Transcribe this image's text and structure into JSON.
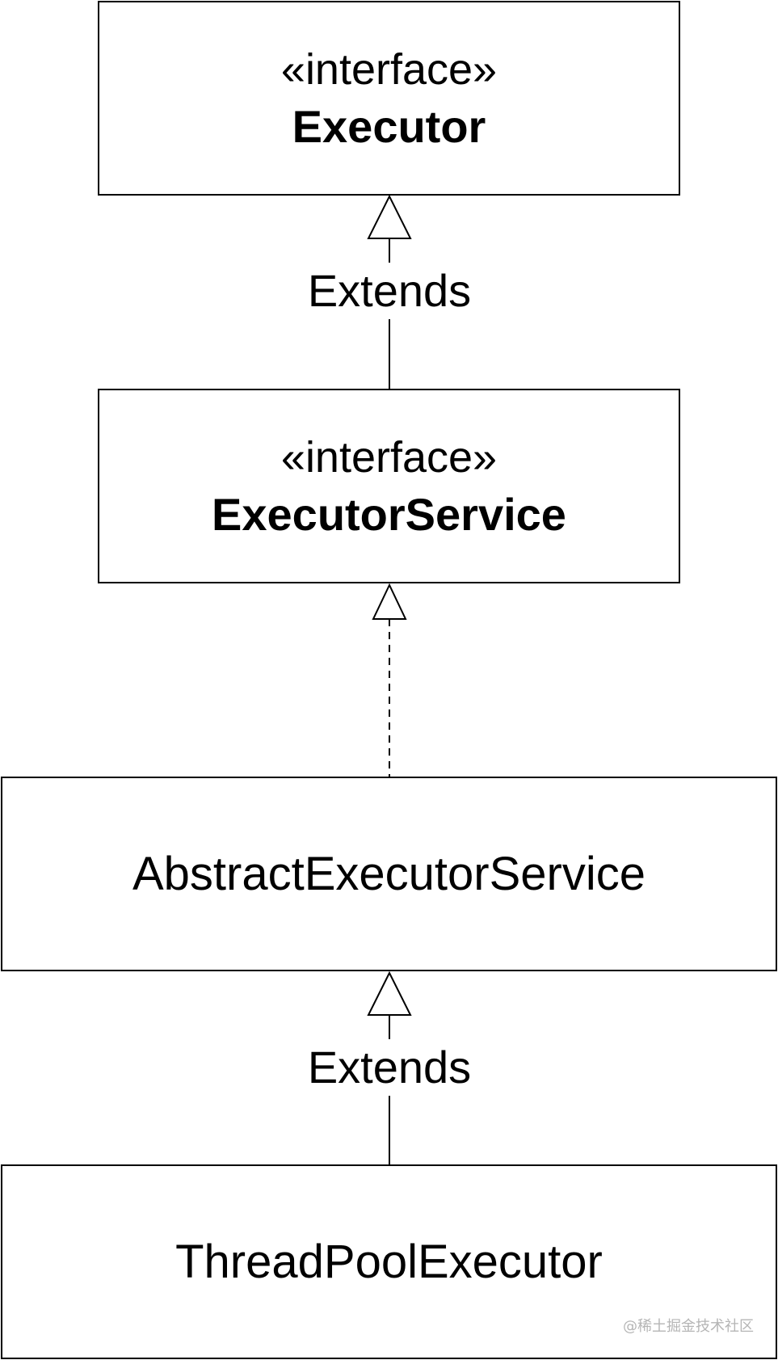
{
  "diagram": {
    "nodes": {
      "executor": {
        "stereotype": "«interface»",
        "name": "Executor"
      },
      "executor_service": {
        "stereotype": "«interface»",
        "name": "ExecutorService"
      },
      "abstract_executor_service": {
        "name": "AbstractExecutorService"
      },
      "thread_pool_executor": {
        "name": "ThreadPoolExecutor"
      }
    },
    "edges": {
      "service_to_executor": {
        "label": "Extends",
        "style": "solid",
        "arrow": "hollow-triangle"
      },
      "abstract_to_service": {
        "label": "",
        "style": "dashed",
        "arrow": "hollow-triangle"
      },
      "threadpool_to_abstract": {
        "label": "Extends",
        "style": "solid",
        "arrow": "hollow-triangle"
      }
    },
    "colors": {
      "stroke": "#000000",
      "background": "#ffffff",
      "watermark": "#b5b5b5"
    }
  },
  "watermark": {
    "text": "@稀土掘金技术社区"
  }
}
